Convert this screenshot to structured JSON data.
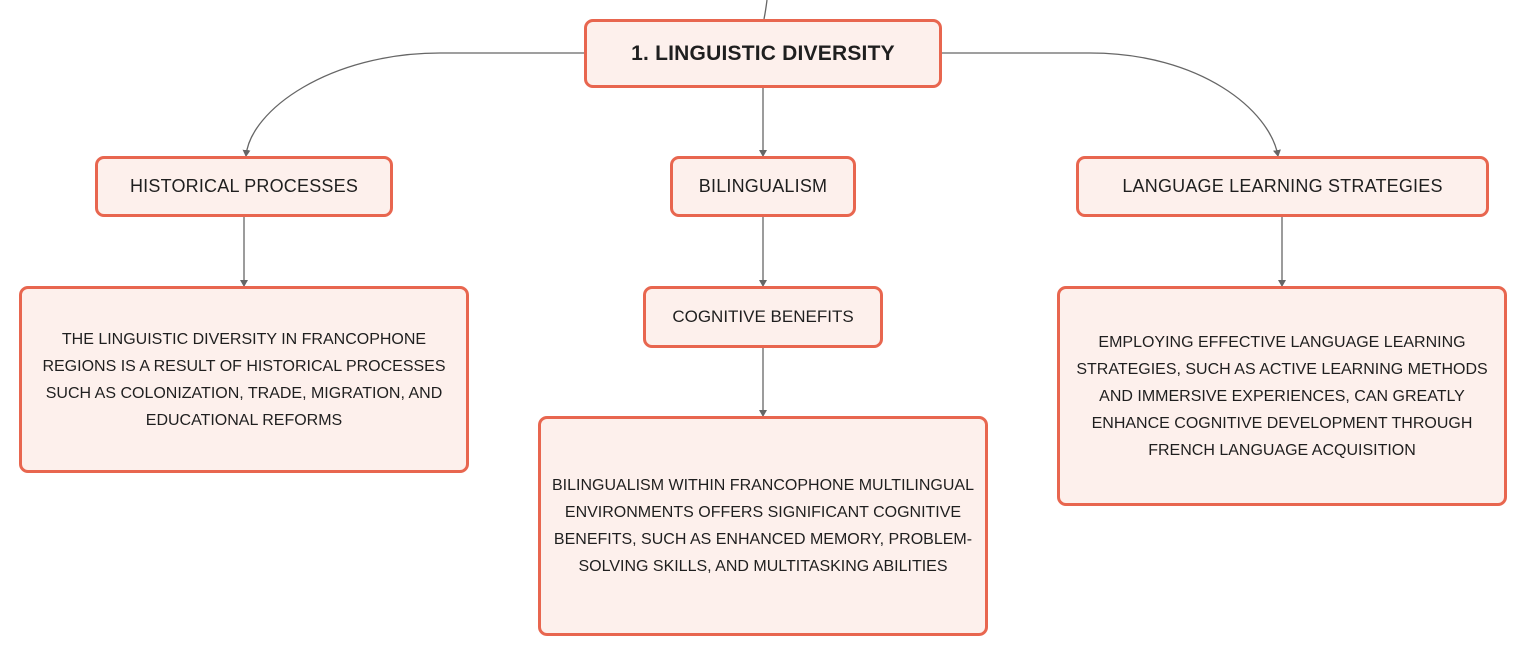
{
  "colors": {
    "node_fill": "#fdf0ec",
    "node_border": "#e8664f",
    "connector": "#666666",
    "text": "#1f1f1f"
  },
  "nodes": {
    "root": {
      "label": "1. LINGUISTIC DIVERSITY"
    },
    "historical_processes": {
      "label": "HISTORICAL PROCESSES",
      "detail": "THE LINGUISTIC DIVERSITY IN FRANCOPHONE REGIONS IS A RESULT OF HISTORICAL PROCESSES SUCH AS COLONIZATION, TRADE, MIGRATION, AND EDUCATIONAL REFORMS"
    },
    "bilingualism": {
      "label": "BILINGUALISM",
      "child": {
        "label": "COGNITIVE BENEFITS",
        "detail": "BILINGUALISM WITHIN FRANCOPHONE MULTILINGUAL ENVIRONMENTS OFFERS SIGNIFICANT COGNITIVE BENEFITS, SUCH AS ENHANCED MEMORY, PROBLEM-SOLVING SKILLS, AND MULTITASKING ABILITIES"
      }
    },
    "language_learning_strategies": {
      "label": "LANGUAGE LEARNING STRATEGIES",
      "detail": "EMPLOYING EFFECTIVE LANGUAGE LEARNING STRATEGIES, SUCH AS ACTIVE LEARNING METHODS AND IMMERSIVE EXPERIENCES, CAN GREATLY ENHANCE COGNITIVE DEVELOPMENT THROUGH FRENCH LANGUAGE ACQUISITION"
    }
  }
}
